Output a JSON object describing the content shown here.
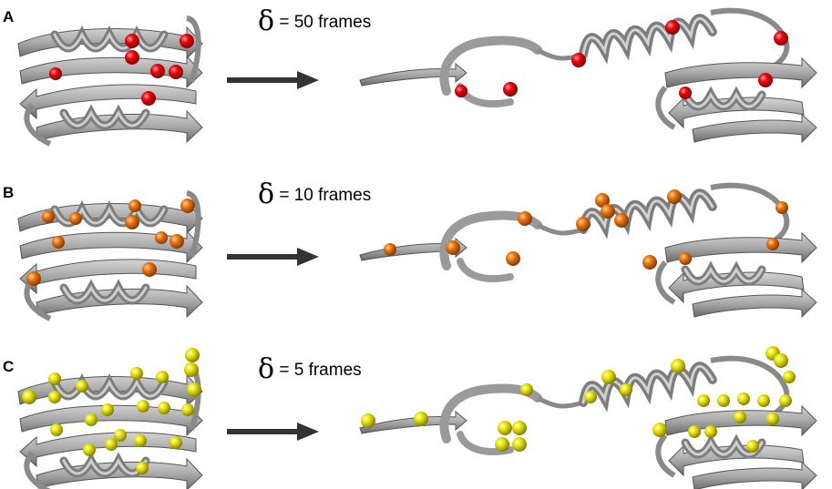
{
  "panels": [
    {
      "id": "A",
      "label": "A",
      "delta_symbol": "δ",
      "delta_text": "= 50 frames",
      "bead_color": "#e8000a"
    },
    {
      "id": "B",
      "label": "B",
      "delta_symbol": "δ",
      "delta_text": "= 10 frames",
      "bead_color": "#e8720c"
    },
    {
      "id": "C",
      "label": "C",
      "delta_symbol": "δ",
      "delta_text": "= 5 frames",
      "bead_color": "#e8e400"
    }
  ],
  "colors": {
    "ribbon": "#a9a9a9",
    "ribbon_dark": "#5c5c5c",
    "arrow": "#333333"
  }
}
